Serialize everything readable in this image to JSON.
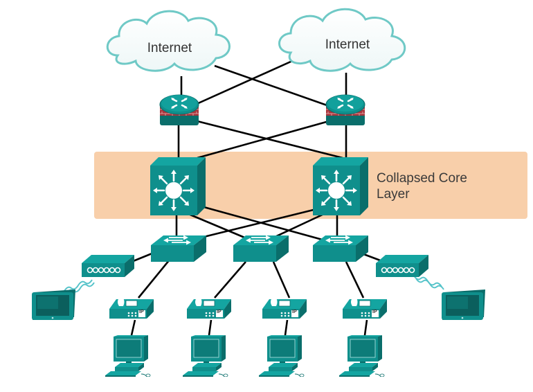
{
  "diagram": {
    "clouds": [
      {
        "id": "internet-left",
        "label": "Internet"
      },
      {
        "id": "internet-right",
        "label": "Internet"
      }
    ],
    "layer": {
      "line1": "Collapsed Core",
      "line2": "Layer",
      "color": "#f8cfaa"
    },
    "colors": {
      "device": "#0f8f8c",
      "device_dark": "#0a6e6b",
      "firewall": "#a8343b",
      "link": "#000000",
      "cloud_edge": "#6fc9c6"
    },
    "devices": {
      "routers": 2,
      "core_switches": 2,
      "access_switches": 3,
      "wireless_access_points": 2,
      "tablets": 2,
      "ip_phones": 4,
      "pcs": 4
    },
    "phone_badge": "IP",
    "icons": [
      "cloud-icon",
      "router-firewall-icon",
      "multilayer-switch-icon",
      "workgroup-switch-icon",
      "access-point-icon",
      "tablet-icon",
      "ip-phone-icon",
      "pc-icon"
    ]
  }
}
